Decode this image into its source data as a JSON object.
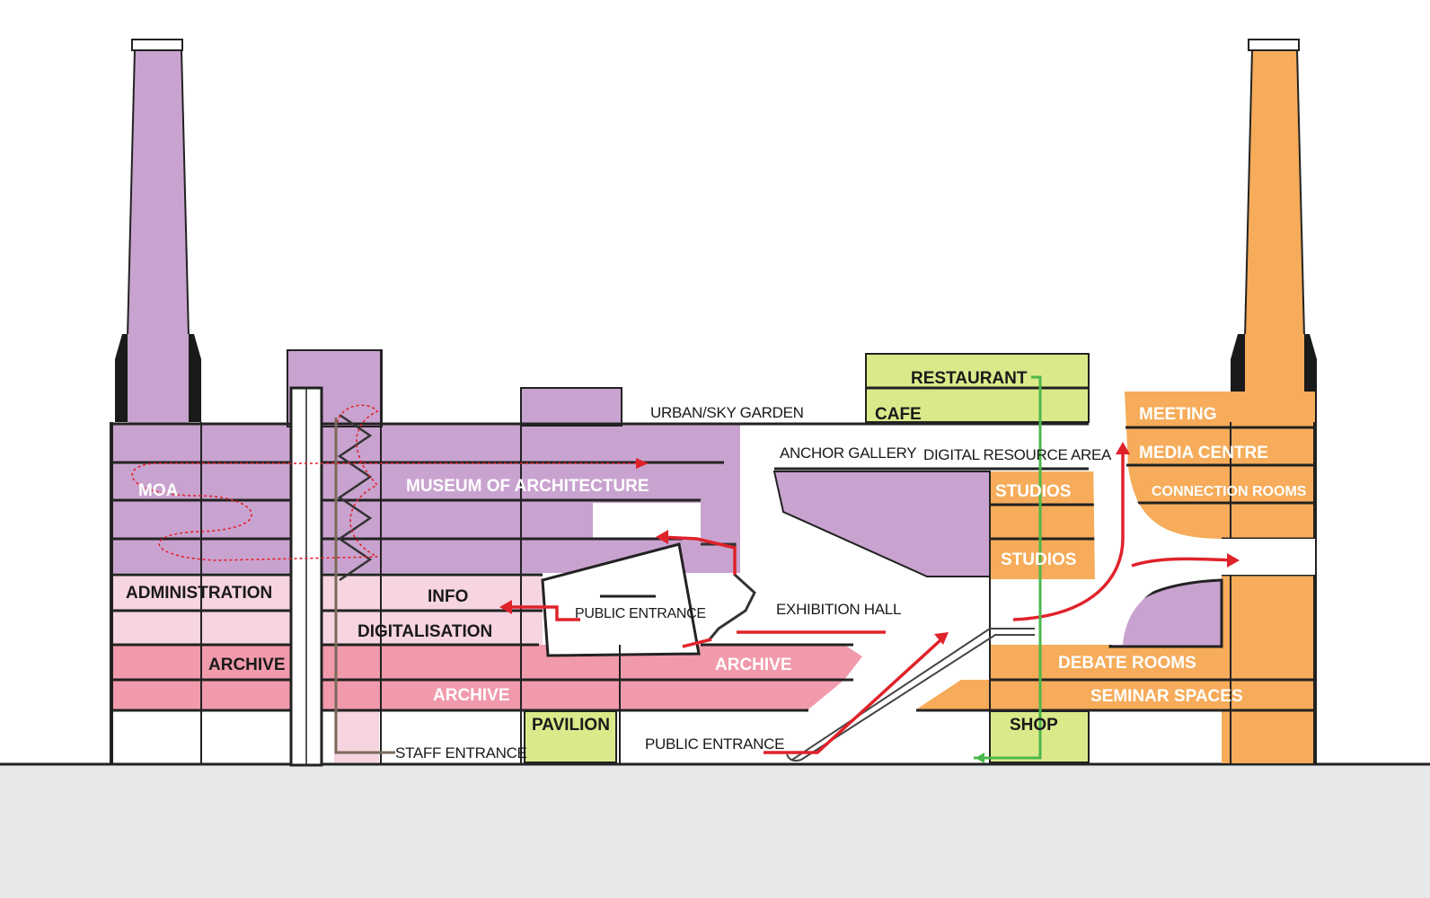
{
  "colors": {
    "purple": "#c9a3cf",
    "pink_light": "#f6d4e0",
    "pink_mid": "#f3b4c4",
    "pink_dark": "#f19aab",
    "lime": "#dbe98a",
    "orange": "#f6ac5a",
    "ground": "#e7e8ea",
    "circulation_red": "#e0222a",
    "circulation_green": "#4bb84a"
  },
  "labels": {
    "moa": "MOA",
    "museum": "MUSEUM OF ARCHITECTURE",
    "administration": "ADMINISTRATION",
    "info": "INFO",
    "digitalisation": "DIGITALISATION",
    "archive_left": "ARCHIVE",
    "archive_mid": "ARCHIVE",
    "archive_low": "ARCHIVE",
    "staff_entrance": "STAFF ENTRANCE",
    "pavilion": "PAVILION",
    "public_entrance_upper": "PUBLIC ENTRANCE",
    "public_entrance_lower": "PUBLIC ENTRANCE",
    "exhibition_hall": "EXHIBITION HALL",
    "urban_sky_garden": "URBAN/SKY GARDEN",
    "anchor_gallery": "ANCHOR GALLERY",
    "digital_resource_area": "DIGITAL RESOURCE AREA",
    "restaurant": "RESTAURANT",
    "cafe": "CAFE",
    "studios_upper": "STUDIOS",
    "studios_lower": "STUDIOS",
    "meeting": "MEETING",
    "media_centre": "MEDIA CENTRE",
    "connection_rooms": "CONNECTION ROOMS",
    "debate_rooms": "DEBATE ROOMS",
    "seminar_spaces": "SEMINAR SPACES",
    "shop": "SHOP"
  }
}
